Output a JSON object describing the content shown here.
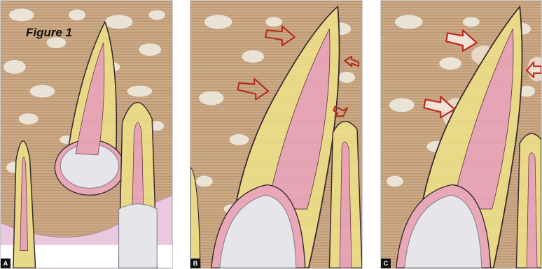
{
  "figure": {
    "title": "Figure 1"
  },
  "panels": [
    {
      "letter": "A"
    },
    {
      "letter": "B"
    },
    {
      "letter": "C"
    }
  ],
  "colors": {
    "bone": "#c8a582",
    "marrow": "#ece7dc",
    "enamel": "#e6e6ea",
    "dentin": "#ecdd8c",
    "pulp": "#e8a8b8",
    "gingiva": "#e9c9dd",
    "outline": "#3a2a30",
    "arrow": "#b02a1a"
  }
}
